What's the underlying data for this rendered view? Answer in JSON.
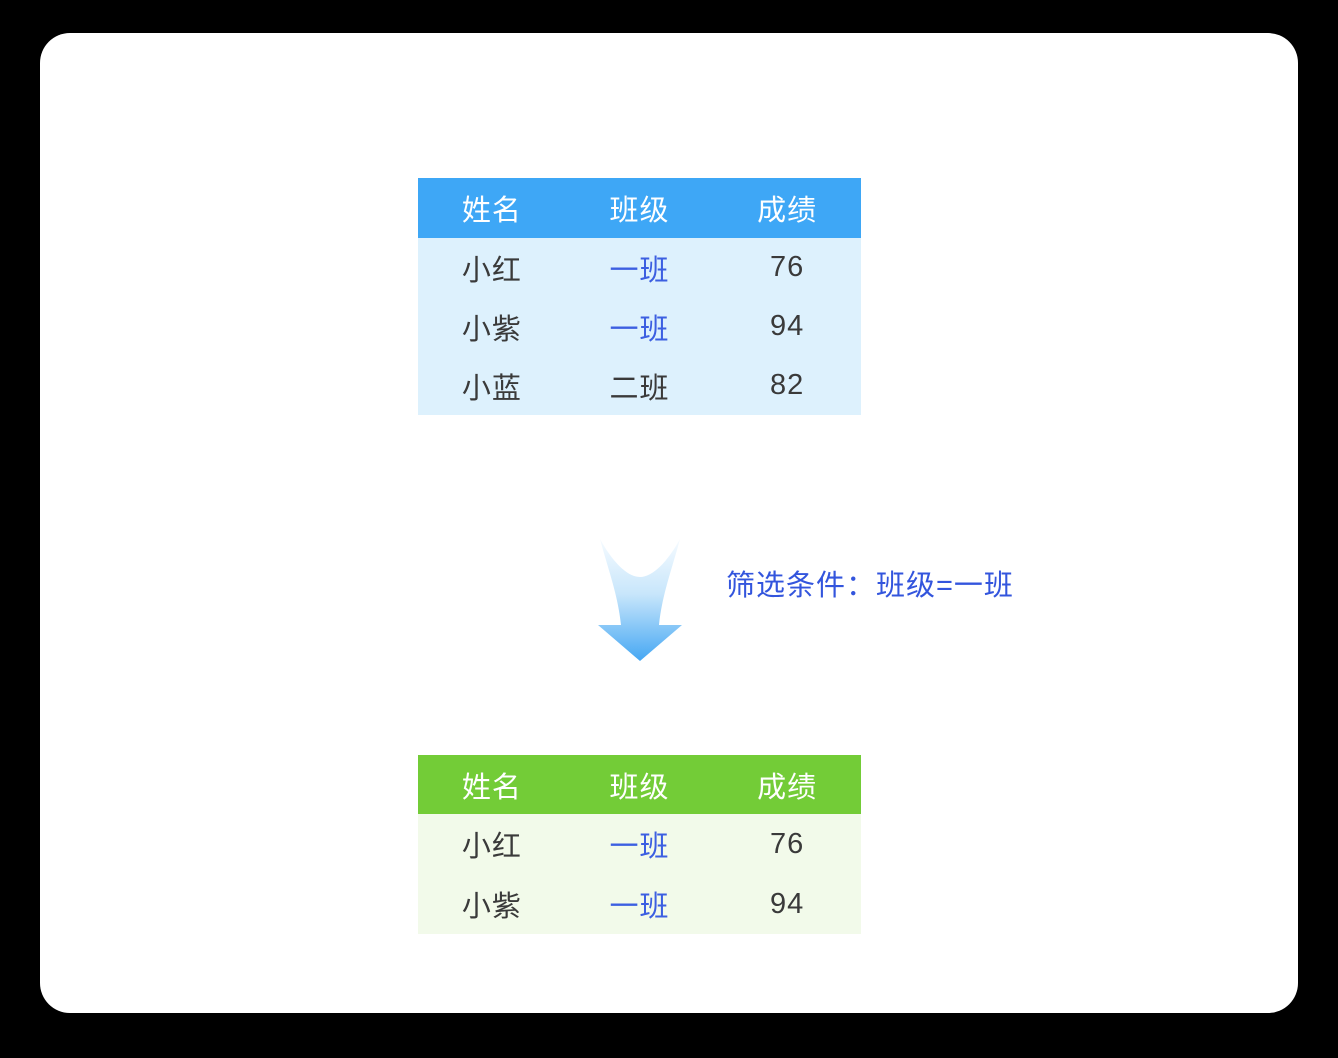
{
  "colors": {
    "card_bg": "#FFFFFF",
    "table1_header_bg": "#3EA7F6",
    "table1_body_bg": "#DDF1FD",
    "table2_header_bg": "#73CC37",
    "table2_body_bg": "#F2FAEA",
    "header_text": "#FFFFFF",
    "body_text": "#3A3A3A",
    "highlight_text": "#3C5FE1",
    "filter_text": "#3355DD",
    "arrow_top": "#F6FBFF",
    "arrow_mid": "#C8E6FB",
    "arrow_bottom": "#45A7F3"
  },
  "source_table": {
    "columns": [
      "姓名",
      "班级",
      "成绩"
    ],
    "rows": [
      {
        "name": "小红",
        "class": "一班",
        "score": "76"
      },
      {
        "name": "小紫",
        "class": "一班",
        "score": "94"
      },
      {
        "name": "小蓝",
        "class": "二班",
        "score": "82"
      }
    ]
  },
  "filter": {
    "label": "筛选条件：班级=一班"
  },
  "filtered_table": {
    "columns": [
      "姓名",
      "班级",
      "成绩"
    ],
    "rows": [
      {
        "name": "小红",
        "class": "一班",
        "score": "76"
      },
      {
        "name": "小紫",
        "class": "一班",
        "score": "94"
      }
    ]
  },
  "arrow_icon": "down-arrow"
}
